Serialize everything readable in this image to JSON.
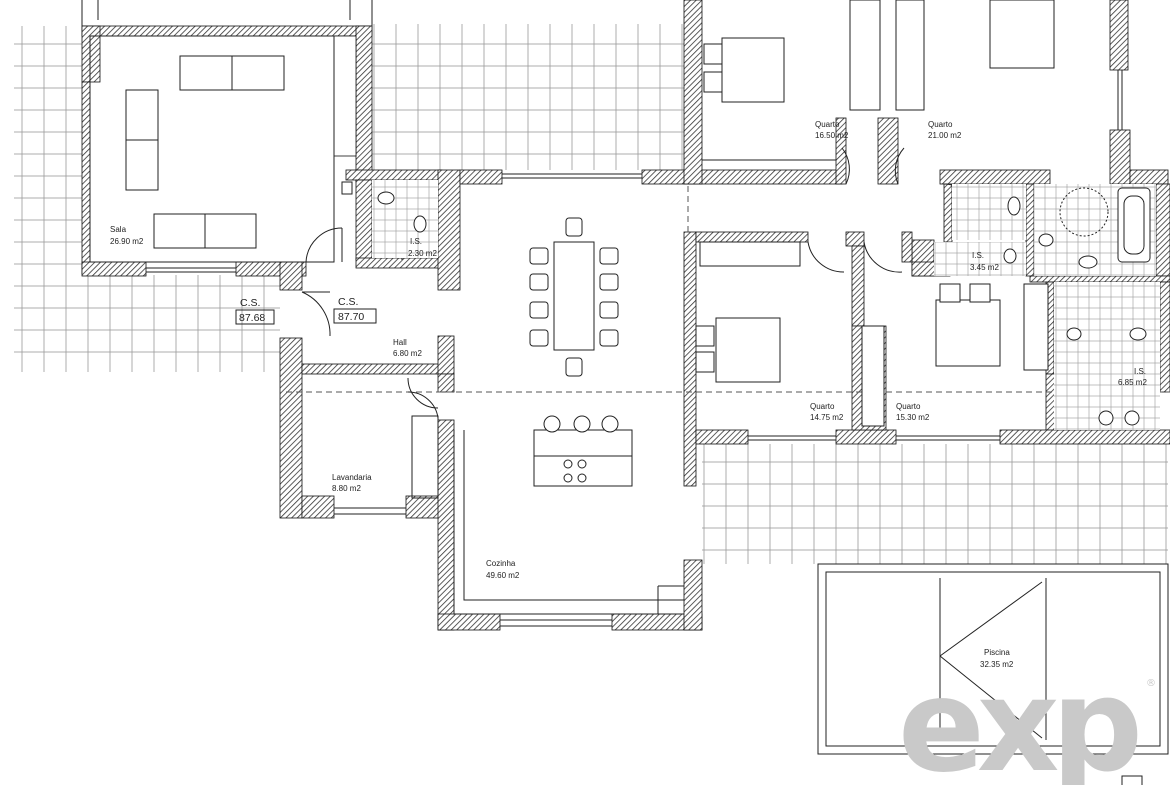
{
  "rooms": {
    "sala": {
      "name": "Sala",
      "area": "26.90 m2"
    },
    "is_small": {
      "name": "I.S.",
      "area": "2.30 m2"
    },
    "hall": {
      "name": "Hall",
      "area": "6.80 m2"
    },
    "lavandaria": {
      "name": "Lavandaria",
      "area": "8.80 m2"
    },
    "cozinha": {
      "name": "Cozinha",
      "area": "49.60 m2"
    },
    "quarto_1": {
      "name": "Quarto",
      "area": "16.50 m2"
    },
    "quarto_2": {
      "name": "Quarto",
      "area": "21.00 m2"
    },
    "quarto_3": {
      "name": "Quarto",
      "area": "14.75 m2"
    },
    "quarto_4": {
      "name": "Quarto",
      "area": "15.30 m2"
    },
    "is_mid": {
      "name": "I.S.",
      "area": "3.45 m2"
    },
    "is_right": {
      "name": "I.S.",
      "area": "6.85 m2"
    },
    "piscina": {
      "name": "Piscina",
      "area": "32.35 m2"
    }
  },
  "levels": [
    {
      "label": "C.S.",
      "value": "87.68"
    },
    {
      "label": "C.S.",
      "value": "87.70"
    }
  ],
  "watermark": {
    "text": "exp",
    "mark": "®"
  },
  "colors": {
    "wall": "#2b2b2b",
    "hatch": "#555555",
    "line": "#1a1a1a",
    "watermark": "#c9c9c9"
  }
}
